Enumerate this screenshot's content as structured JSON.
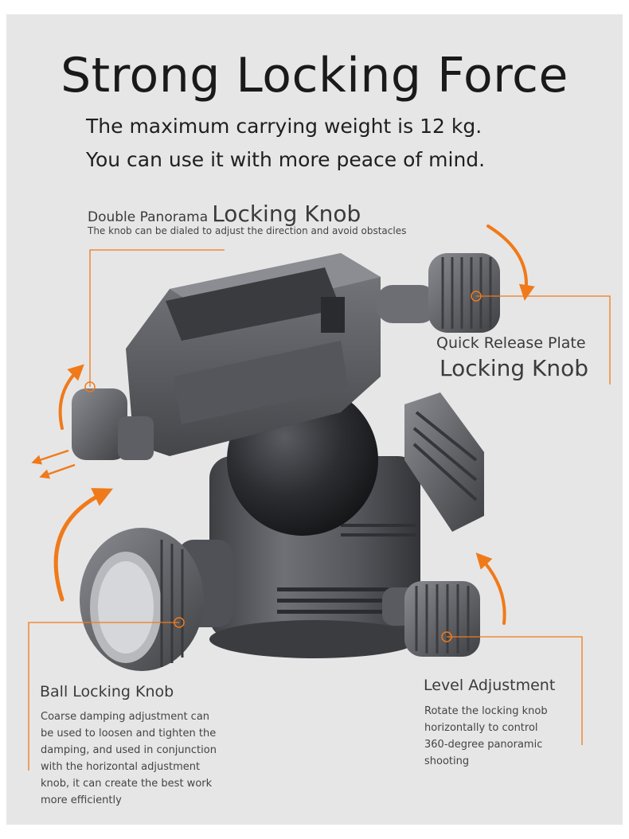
{
  "headline": {
    "title": "Strong Locking Force",
    "line1": "The maximum carrying weight is 12 kg.",
    "line2": "You can use it with more peace of mind."
  },
  "callouts": {
    "panorama": {
      "label_small": "Double Panorama",
      "label_big": "Locking Knob",
      "desc": "The knob can be dialed to adjust the direction and avoid obstacles"
    },
    "quick_release": {
      "label_line1": "Quick Release Plate",
      "label_line2": "Locking Knob"
    },
    "ball_lock": {
      "label": "Ball Locking Knob",
      "desc_lines": [
        "Coarse damping adjustment can",
        "be used to loosen and tighten the",
        "damping, and used in conjunction",
        "with the horizontal adjustment",
        "knob, it can create the best work",
        "more efficiently"
      ]
    },
    "level": {
      "label": "Level Adjustment",
      "desc_lines": [
        "Rotate the locking knob",
        "horizontally to control",
        "360-degree panoramic",
        "shooting"
      ]
    }
  },
  "colors": {
    "background": "#e6e6e6",
    "accent_orange": "#f07a1a",
    "metal_dark": "#4a4b4f",
    "metal_mid": "#6b6c70"
  },
  "icons": [
    "rotation-arrow-icon",
    "marker-dot-icon",
    "direction-arrow-icon"
  ]
}
